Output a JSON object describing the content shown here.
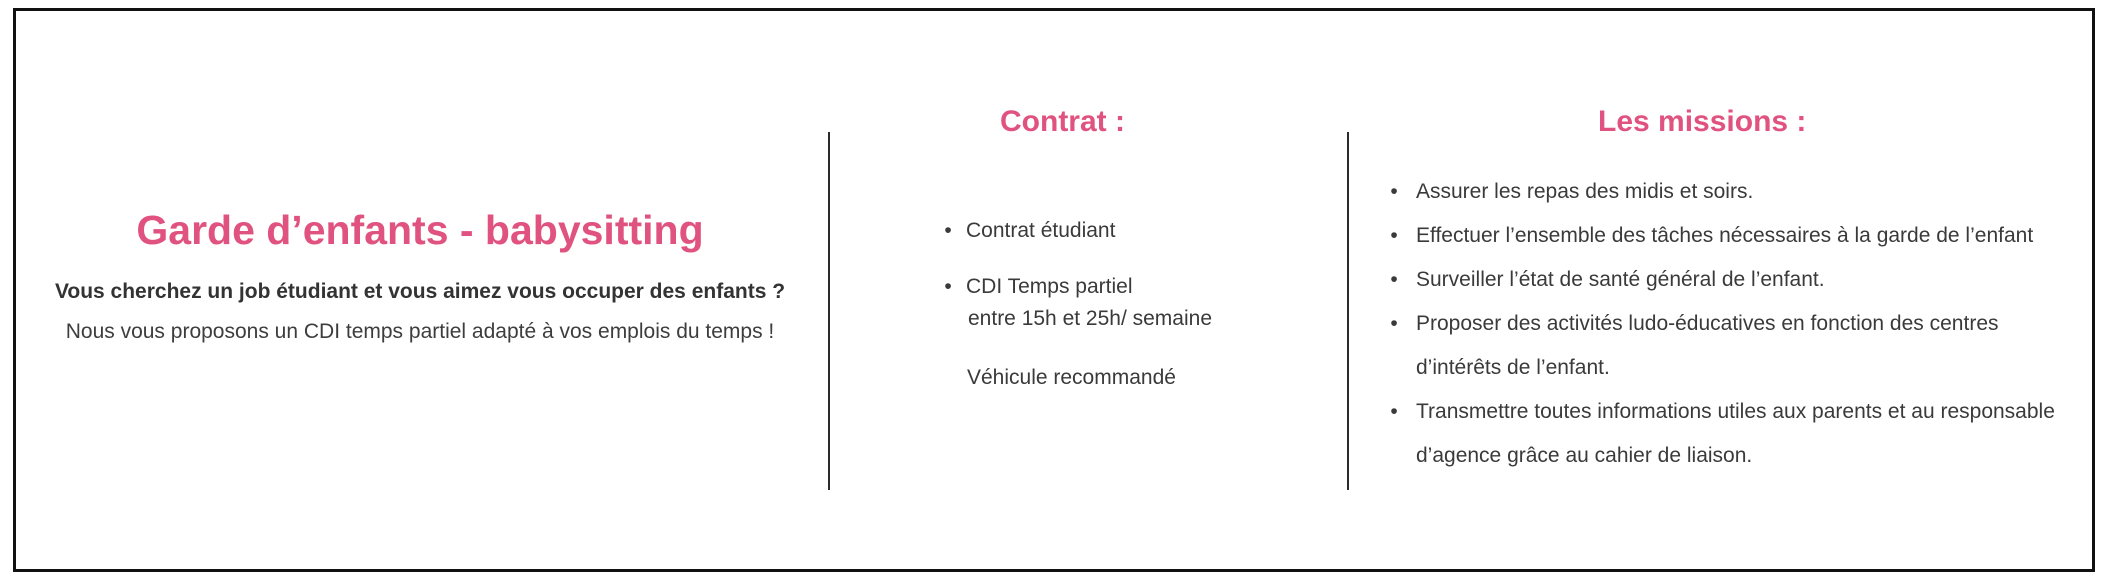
{
  "job": {
    "title": "Garde d’enfants - babysitting",
    "question": "Vous cherchez un job étudiant et vous aimez vous occuper des enfants ?",
    "offer": "Nous vous proposons un CDI temps partiel adapté à vos emplois du temps !"
  },
  "contract": {
    "heading": "Contrat :",
    "items": [
      {
        "label": "Contrat étudiant"
      },
      {
        "label": "CDI Temps partiel",
        "detail": "entre 15h et 25h/ semaine"
      }
    ],
    "note": "Véhicule recommandé"
  },
  "missions": {
    "heading": "Les missions :",
    "items": [
      "Assurer les repas des midis et soirs.",
      " Effectuer l’ensemble des tâches nécessaires à la garde de l’enfant",
      " Surveiller l’état de santé général de l’enfant.",
      "Proposer des activités ludo-éducatives en fonction des centres d’intérêts de l’enfant.",
      " Transmettre toutes informations utiles aux parents et au responsable d’agence grâce au cahier de liaison."
    ]
  },
  "colors": {
    "accent": "#e0527f",
    "text": "#3a3a3a",
    "frame": "#111111"
  },
  "icons": {
    "bullet": "bullet-icon"
  }
}
